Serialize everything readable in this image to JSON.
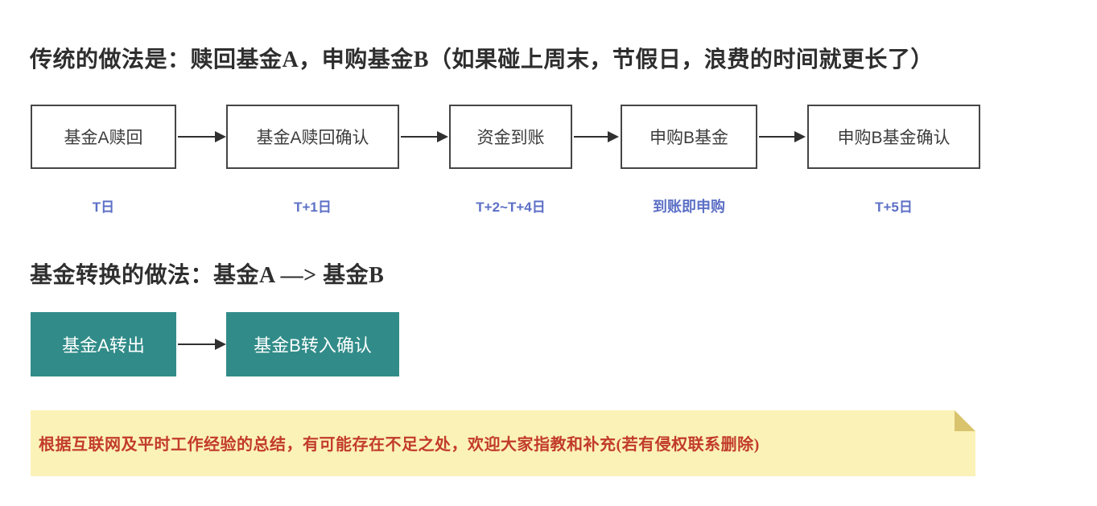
{
  "colors": {
    "teal": "#318c89",
    "timing_blue": "#5d70c6",
    "note_bg": "#fbf2b7",
    "note_fold": "#d9c36d",
    "note_text_red": "#c23b2c",
    "box_border": "#454545"
  },
  "traditional": {
    "title": "传统的做法是：赎回基金A，申购基金B（如果碰上周末，节假日，浪费的时间就更长了）",
    "steps": [
      {
        "label": "基金A赎回",
        "timing": "T日"
      },
      {
        "label": "基金A赎回确认",
        "timing": "T+1日"
      },
      {
        "label": "资金到账",
        "timing": "T+2~T+4日"
      },
      {
        "label": "申购B基金",
        "timing": "到账即申购"
      },
      {
        "label": "申购B基金确认",
        "timing": "T+5日"
      }
    ]
  },
  "conversion": {
    "title": "基金转换的做法：基金A —> 基金B",
    "steps": [
      {
        "label": "基金A转出"
      },
      {
        "label": "基金B转入确认"
      }
    ]
  },
  "note": {
    "text": "根据互联网及平时工作经验的总结，有可能存在不足之处，欢迎大家指教和补充(若有侵权联系删除)"
  }
}
